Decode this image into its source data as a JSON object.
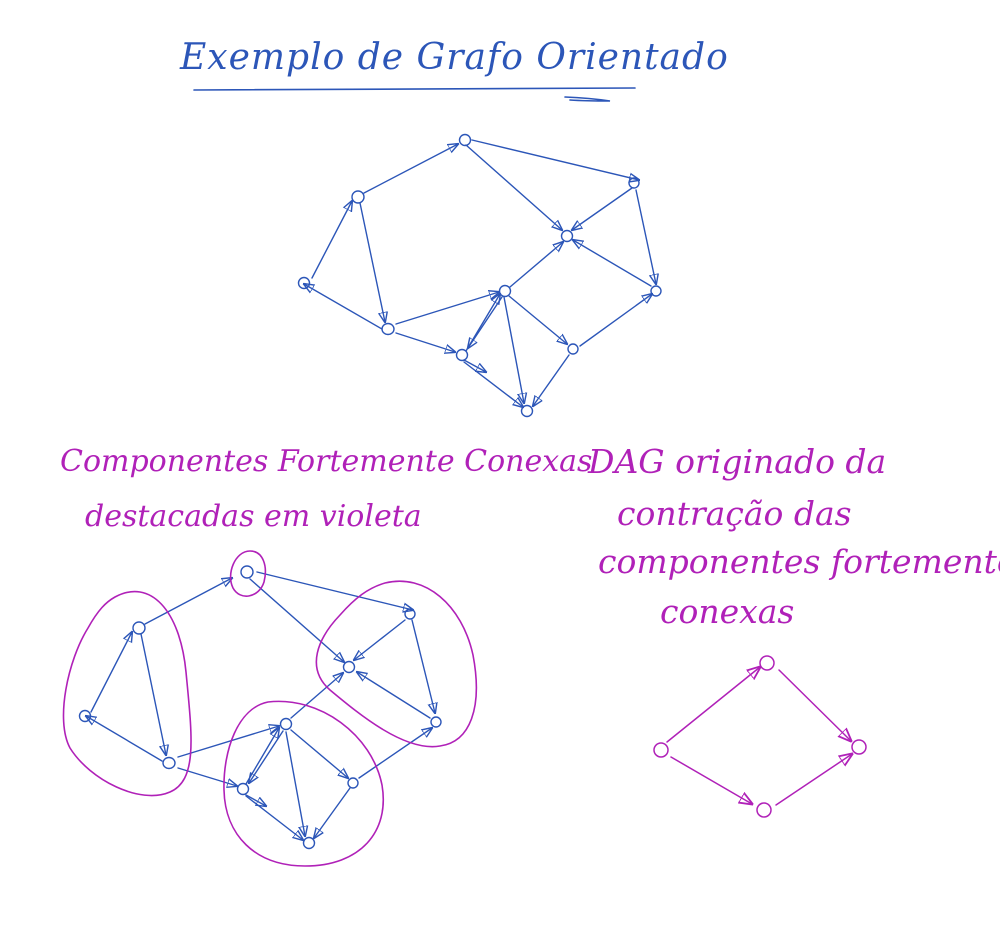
{
  "title": "Exemplo de Grafo Orientado",
  "scc_caption": {
    "line1": "Componentes Fortemente Conexas",
    "line2": "destacadas em violeta"
  },
  "dag_caption": {
    "line1": "DAG originado da",
    "line2": "contração das",
    "line3": "componentes fortemente",
    "line4": "conexas"
  },
  "colors": {
    "graph": "#2c56b8",
    "highlight": "#b021b8",
    "background": "#ffffff"
  }
}
